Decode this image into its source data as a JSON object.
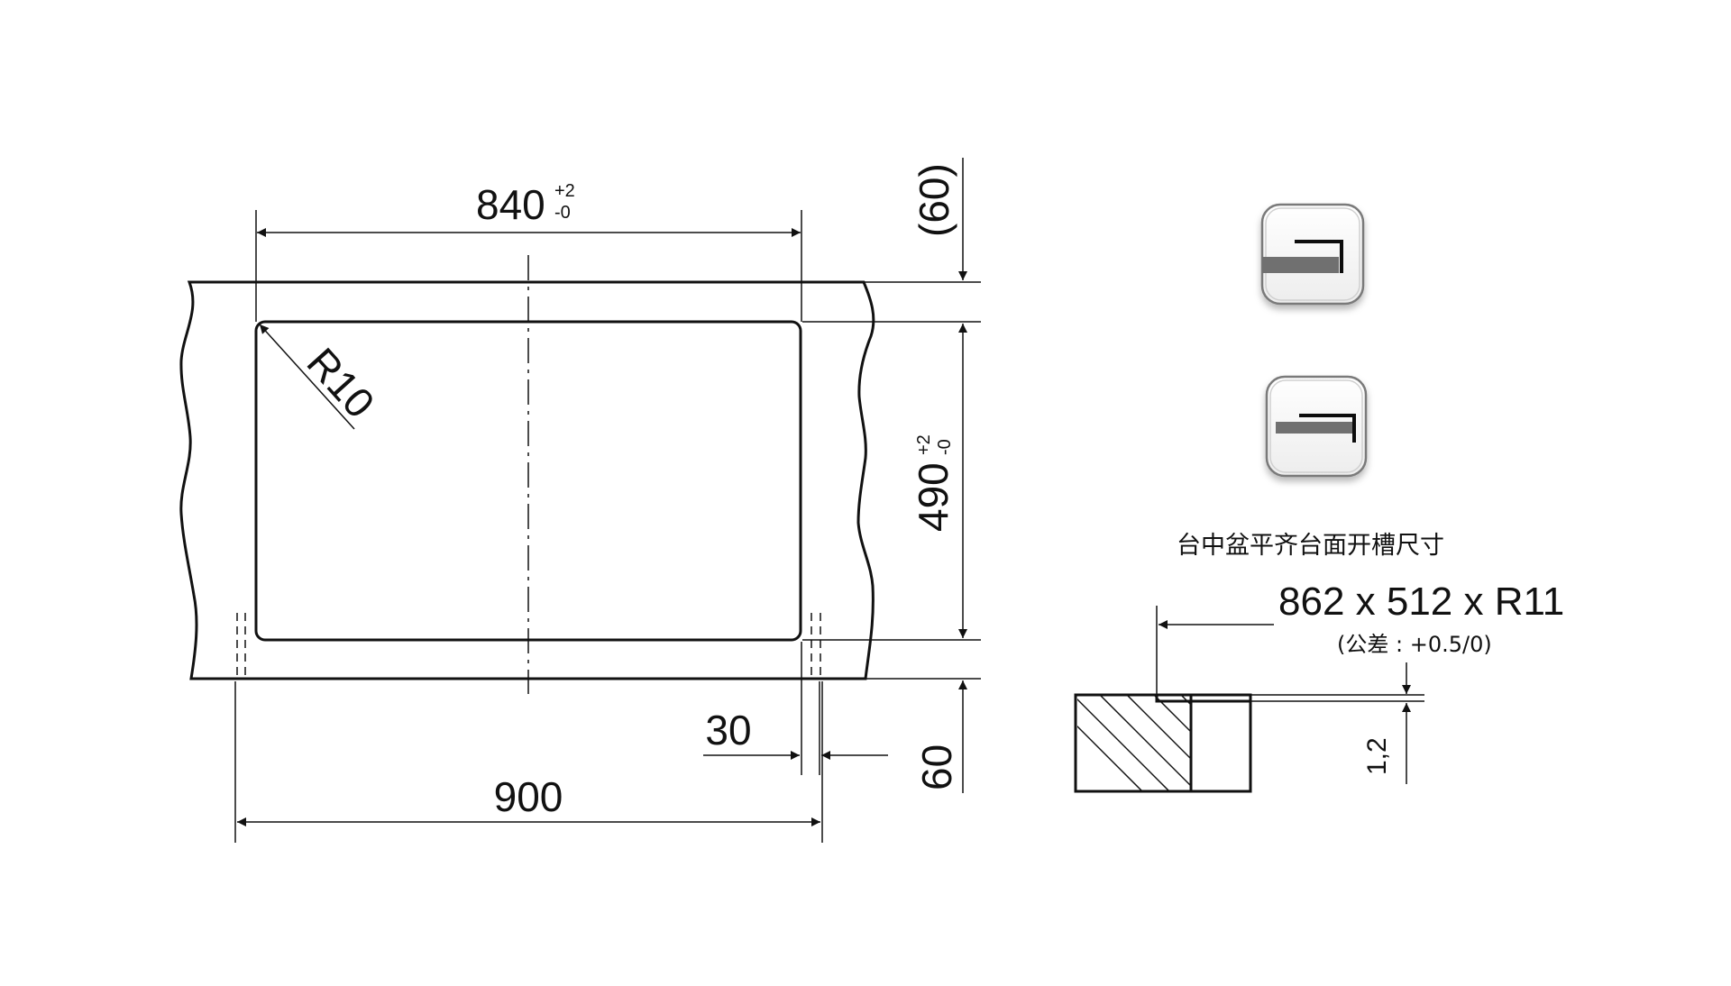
{
  "dimensions": {
    "inner_width": "840",
    "inner_width_tol_upper": "+2",
    "inner_width_tol_lower": "-0",
    "corner_radius": "R10",
    "top_margin": "(60)",
    "inner_height": "490",
    "inner_height_tol_upper": "+2",
    "inner_height_tol_lower": "-0",
    "bottom_margin": "60",
    "rim_width": "30",
    "overall_width": "900"
  },
  "cutout": {
    "title": "台中盆平齐台面开槽尺寸",
    "size": "862 x 512 x R11",
    "tolerance": "(公差 : +0.5/0)",
    "depth": "1,2"
  },
  "icons": {
    "flush_mount": "flush-mount-icon",
    "top_mount": "top-mount-icon"
  },
  "colors": {
    "line": "#111111",
    "icon_fill": "#6f6f6f",
    "icon_border": "#7a7a7a"
  }
}
